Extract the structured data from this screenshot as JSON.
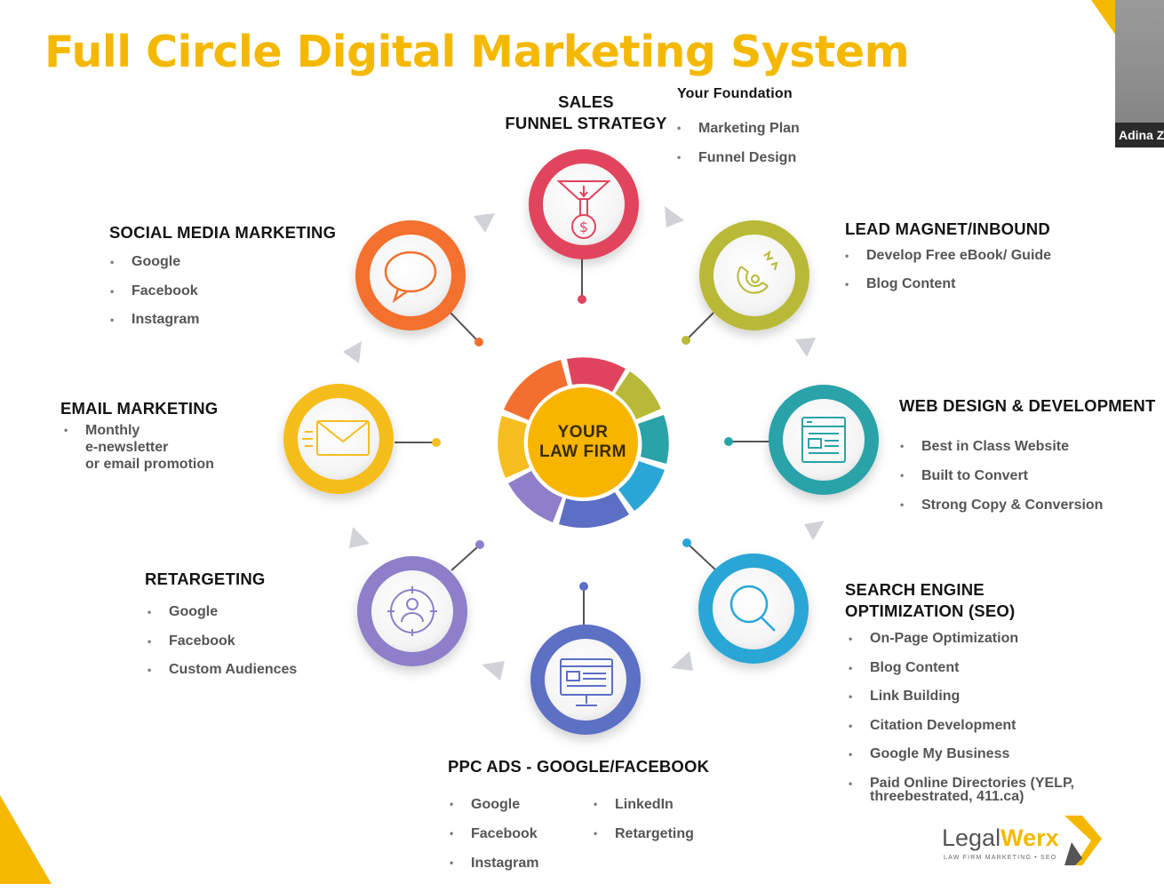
{
  "title": "Full Circle Digital Marketing System",
  "center": {
    "line1": "YOUR",
    "line2": "LAW FIRM"
  },
  "webcam": {
    "name": "Adina Z"
  },
  "colors": {
    "title": "#f5b800",
    "sales": "#e0445d",
    "lead": "#b9b938",
    "web": "#2aa3a8",
    "seo": "#2aa6d6",
    "ppc": "#5c6fc4",
    "retargeting": "#8d7fc9",
    "email": "#f5bd1f",
    "social": "#f36f2f"
  },
  "nodes": {
    "sales": {
      "heading_line1": "SALES",
      "heading_line2": "FUNNEL STRATEGY",
      "subheading": "Your Foundation",
      "items": [
        "Marketing Plan",
        "Funnel Design"
      ],
      "icon": "funnel-dollar-icon"
    },
    "lead": {
      "heading": "LEAD MAGNET/INBOUND",
      "items": [
        "Develop Free eBook/ Guide",
        "Blog Content"
      ],
      "icon": "magnet-icon"
    },
    "web": {
      "heading": "WEB DESIGN & DEVELOPMENT",
      "items": [
        "Best in Class Website",
        "Built to Convert",
        "Strong Copy & Conversion"
      ],
      "icon": "website-layout-icon"
    },
    "seo": {
      "heading_line1": "SEARCH ENGINE",
      "heading_line2": "OPTIMIZATION (SEO)",
      "items": [
        "On-Page Optimization",
        "Blog Content",
        "Link Building",
        "Citation Development",
        "Google My Business",
        "Paid Online Directories (YELP,"
      ],
      "items_cont": "threebestrated, 411.ca)",
      "icon": "magnifier-icon"
    },
    "ppc": {
      "heading": "PPC ADS - GOOGLE/FACEBOOK",
      "items_left": [
        "Google",
        "Facebook",
        "Instagram"
      ],
      "items_right": [
        "LinkedIn",
        "Retargeting"
      ],
      "icon": "monitor-icon"
    },
    "retargeting": {
      "heading": "RETARGETING",
      "items": [
        "Google",
        "Facebook",
        "Custom Audiences"
      ],
      "icon": "target-user-icon"
    },
    "email": {
      "heading": "EMAIL MARKETING",
      "items": [
        "Monthly"
      ],
      "items_cont": [
        "e-newsletter",
        "or email promotion"
      ],
      "icon": "envelope-icon"
    },
    "social": {
      "heading": "SOCIAL MEDIA MARKETING",
      "items": [
        "Google",
        "Facebook",
        "Instagram"
      ],
      "icon": "speech-bubble-icon"
    }
  },
  "logo": {
    "legal": "Legal",
    "werx": "Werx",
    "tagline": "LAW FIRM MARKETING • SEO"
  }
}
